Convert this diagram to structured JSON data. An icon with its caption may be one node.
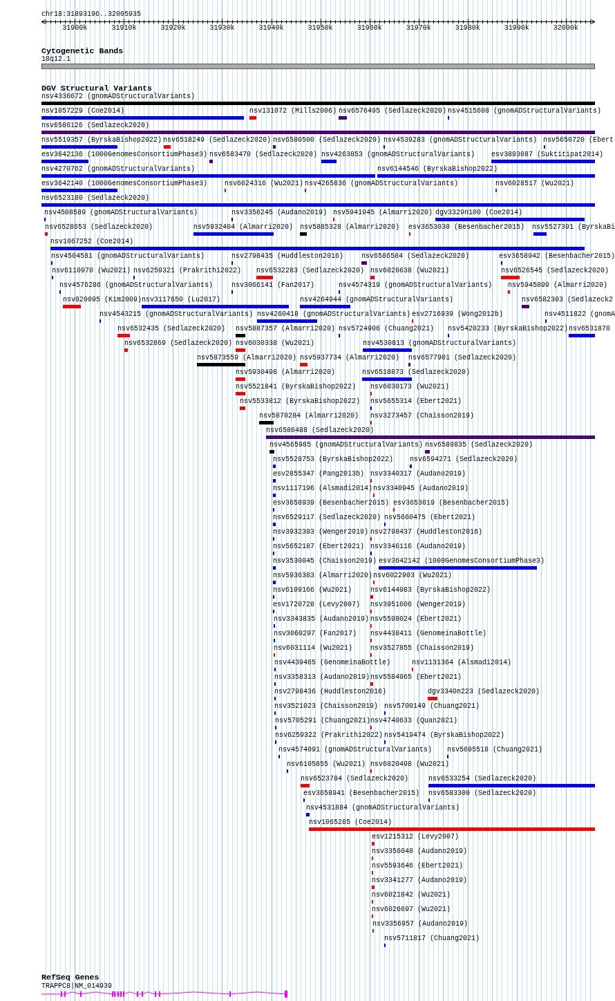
{
  "diagram": {
    "labels": [
      "chr18:31893196..32005935",
      "31900k",
      "31910k",
      "31920k",
      "31930k",
      "31940k",
      "31950k",
      "31960k",
      "31970k",
      "31980k",
      "31990k",
      "32000k",
      "Cytogenetic Bands",
      "18q12.1",
      "DGV Structural Variants",
      "nsv4336672 (gnomADStructuralVariants)",
      "nsv1057229 (Coe2014)",
      "nsv131072 (Mills2006)",
      "nsv6576495 (Sedlazeck2020)",
      "nsv4515608 (gnomADStructuralVariants)",
      "nsv6586126 (Sedlazeck2020)",
      "nsv5519357 (ByrskaBishop2022)",
      "nsv6518249 (Sedlazeck2020)",
      "nsv6580500 (Sedlazeck2020)",
      "nsv4539283 (gnomADStructuralVariants)",
      "nsv5650720 (Ebert",
      "esv3642136 (1000GenomesConsortiumPhase3)",
      "nsv6583470 (Sedlazeck2020)",
      "nsv4263853 (gnomADStructuralVariants)",
      "esv3893087 (Suktitipat2014)",
      "nsv4270762 (gnomADStructuralVariants)",
      "nsv6144546 (ByrskaBishop2022)",
      "esv3642140 (1000GenomesConsortiumPhase3)",
      "nsv6024316 (Wu2021)",
      "nsv4265836 (gnomADStructuralVariants)",
      "nsv6028517 (Wu2021)",
      "nsv6523180 (Sedlazeck2020)",
      "nsv4508589 (gnomADStructuralVariants)",
      "nsv3356245 (Audano2019)",
      "nsv5941945 (Almarri2020)",
      "dgv3329n100 (Coe2014)",
      "nsv6528653 (Sedlazeck2020)",
      "nsv5932404 (Almarri2020)",
      "nsv5885328 (Almarri2020)",
      "esv3653030 (Besenbacher2015)",
      "nsv5527391 (ByrskaBi",
      "nsv1067252 (Coe2014)",
      "nsv4504581 (gnomADStructuralVariants)",
      "nsv2798435 (Huddleston2016)",
      "nsv6586584 (Sedlazeck2020)",
      "esv3658942 (Besenbacher2015)",
      "nsv6110970 (Wu2021)",
      "nsv6259321 (Prakrithi2022)",
      "nsv6532283 (Sedlazeck2020)",
      "nsv6026638 (Wu2021)",
      "nsv6526545 (Sedlazeck2020)",
      "nsv4576286 (gnomADStructuralVariants)",
      "nsv3066141 (Fan2017)",
      "nsv4574319 (gnomADStructuralVariants)",
      "nsv5945899 (Almarri2020)",
      "nsv820095 (Kim2009)",
      "nsv3117650 (Lu2017)",
      "nsv4264944 (gnomADStructuralVariants)",
      "nsv6582303 (Sedlazeck2",
      "nsv4543215 (gnomADStructuralVariants)",
      "nsv4260418 (gnomADStructuralVariants)",
      "esv2716939 (Wong2012b)",
      "nsv4511822 (gnomA",
      "nsv6532435 (Sedlazeck2020)",
      "nsv5887357 (Almarri2020)",
      "nsv5724906 (Chuang2021)",
      "nsv5420233 (ByrskaBishop2022)",
      "nsv6531870",
      "nsv6532869 (Sedlazeck2020)",
      "nsv6030338 (Wu2021)",
      "nsv4530813 (gnomADStructuralVariants)",
      "nsv5873559 (Almarri2020)",
      "nsv5937734 (Almarri2020)",
      "nsv6577901 (Sedlazeck2020)",
      "nsv5930498 (Almarri2020)",
      "nsv6518873 (Sedlazeck2020)",
      "nsv5521841 (ByrskaBishop2022)",
      "nsv6030173 (Wu2021)",
      "nsv5533812 (ByrskaBishop2022)",
      "nsv5655314 (Ebert2021)",
      "nsv5870284 (Almarri2020)",
      "nsv3273457 (Chaisson2019)",
      "nsv6586488 (Sedlazeck2020)",
      "nsv4565985 (gnomADStructuralVariants)",
      "nsv6589835 (Sedlazeck2020)",
      "nsv5528753 (ByrskaBishop2022)",
      "nsv6594271 (Sedlazeck2020)",
      "esv2855347 (Pang2013b)",
      "nsv3340317 (Audano2019)",
      "nsv1117196 (Alsmadi2014)",
      "nsv3340945 (Audano2019)",
      "esv3658939 (Besenbacher2015)",
      "esv3653019 (Besenbacher2015)",
      "nsv6529117 (Sedlazeck2020)",
      "nsv5660475 (Ebert2021)",
      "nsv3932393 (Wenger2019)",
      "nsv2798437 (Huddleston2016)",
      "nsv5652187 (Ebert2021)",
      "nsv3346116 (Audano2019)",
      "nsv3530045 (Chaisson2019)",
      "esv3642142 (1000GenomesConsortiumPhase3)",
      "nsv5936383 (Almarri2020)",
      "nsv6022903 (Wu2021)",
      "nsv6109166 (Wu2021)",
      "nsv6144983 (ByrskaBishop2022)",
      "esv1720728 (Levy2007)",
      "nsv3951606 (Wenger2019)",
      "nsv3343835 (Audano2019)",
      "nsv5598024 (Ebert2021)",
      "nsv3060297 (Fan2017)",
      "nsv4438411 (GenomeinaBottle)",
      "nsv6031114 (Wu2021)",
      "nsv3527855 (Chaisson2019)",
      "nsv4439465 (GenomeinaBottle)",
      "nsv1131364 (Alsmadi2014)",
      "nsv3358313 (Audano2019)",
      "nsv5584965 (Ebert2021)",
      "nsv2798436 (Huddleston2016)",
      "dgv3340n223 (Sedlazeck2020)",
      "nsv3521023 (Chaisson2019)",
      "nsv5700149 (Chuang2021)",
      "nsv5705291 (Chuang2021)",
      "nsv4740633 (Quan2021)",
      "nsv6259322 (Prakrithi2022)",
      "nsv5419474 (ByrskaBishop2022)",
      "nsv4574091 (gnomADStructuralVariants)",
      "nsv5695518 (Chuang2021)",
      "nsv6105855 (Wu2021)",
      "nsv6020498 (Wu2021)",
      "nsv6523784 (Sedlazeck2020)",
      "nsv6533254 (Sedlazeck2020)",
      "esv3658941 (Besenbacher2015)",
      "nsv6583300 (Sedlazeck2020)",
      "nsv4531884 (gnomADStructuralVariants)",
      "nsv1065285 (Coe2014)",
      "esv1215312 (Levy2007)",
      "nsv3356048 (Audano2019)",
      "nsv5593646 (Ebert2021)",
      "nsv3341277 (Audano2019)",
      "nsv6021842 (Wu2021)",
      "nsv6026697 (Wu2021)",
      "nsv3356957 (Audano2019)",
      "nsv5711817 (Chuang2021)",
      "RefSeq Genes",
      "TRAPPC8|NM_014939"
    ]
  }
}
